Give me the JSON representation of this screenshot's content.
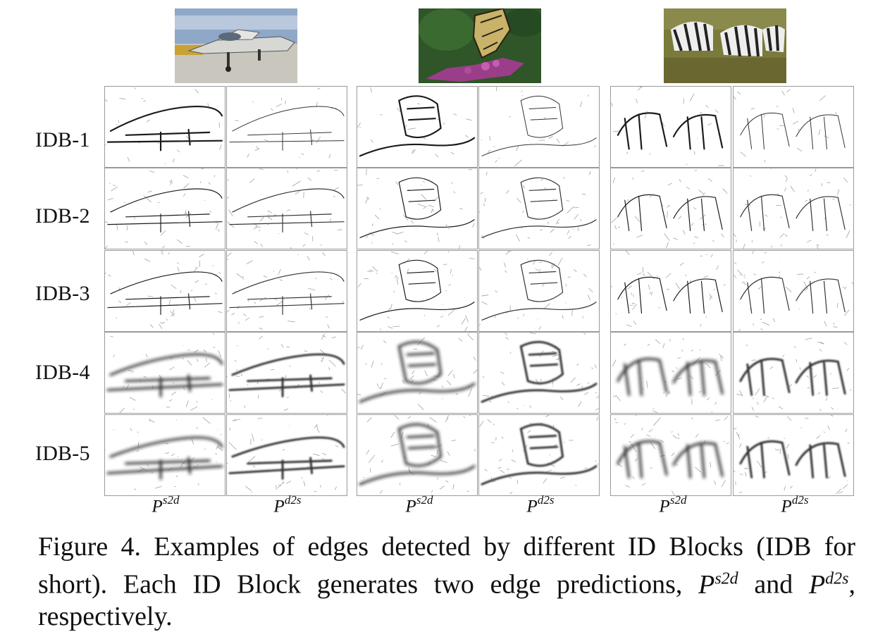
{
  "figure": {
    "images": [
      {
        "name": "jet",
        "alt": "fighter jet"
      },
      {
        "name": "butterfly",
        "alt": "monarch butterfly on flowers"
      },
      {
        "name": "zebras",
        "alt": "grazing zebras"
      }
    ],
    "row_labels": [
      "IDB-1",
      "IDB-2",
      "IDB-3",
      "IDB-4",
      "IDB-5"
    ],
    "col_labels": [
      {
        "base": "P",
        "sup": "s2d"
      },
      {
        "base": "P",
        "sup": "d2s"
      },
      {
        "base": "P",
        "sup": "s2d"
      },
      {
        "base": "P",
        "sup": "d2s"
      },
      {
        "base": "P",
        "sup": "s2d"
      },
      {
        "base": "P",
        "sup": "d2s"
      }
    ]
  },
  "caption": {
    "lead": "Figure 4. Examples of edges detected by different ID Blocks (IDB for short). Each ID Block generates two edge predictions, ",
    "p1_base": "P",
    "p1_sup": "s2d",
    "mid": " and ",
    "p2_base": "P",
    "p2_sup": "d2s",
    "tail": ", respectively."
  }
}
